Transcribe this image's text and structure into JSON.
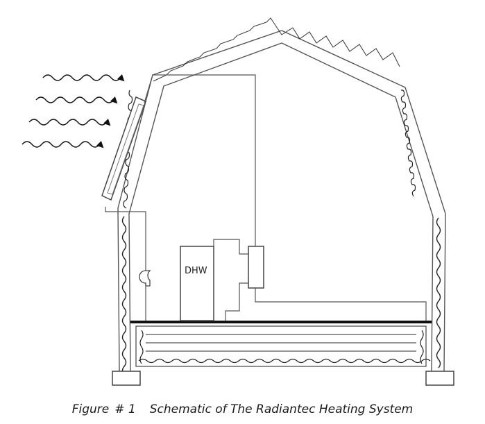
{
  "diagram": {
    "labels": {
      "tank": "DHW"
    },
    "sun_rays": 4
  },
  "caption": {
    "prefix": "Figure",
    "number": "# 1",
    "text": "Schematic of The Radiantec Heating System"
  }
}
